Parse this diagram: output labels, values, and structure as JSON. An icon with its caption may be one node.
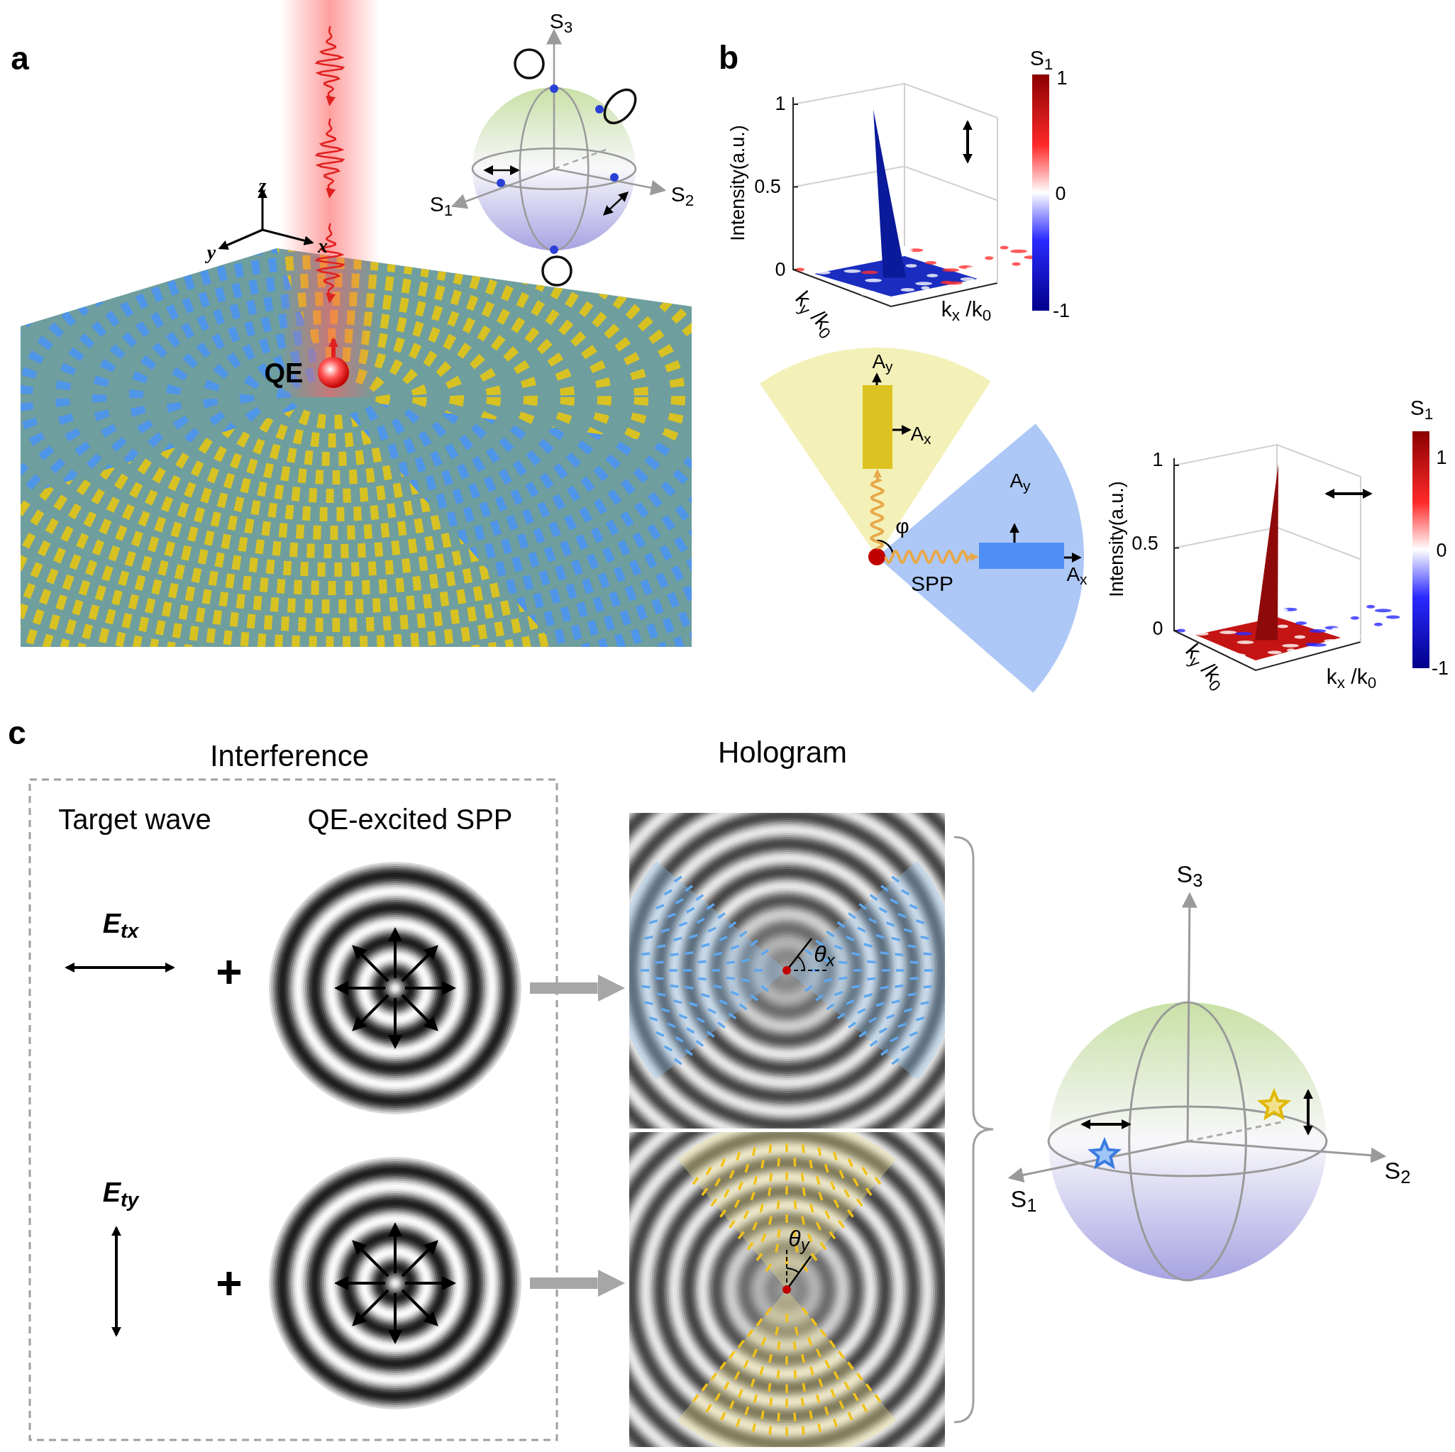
{
  "diagram": {
    "nodes": [
      {
        "text": [],
        "shape": "circle"
      },
      {
        "text": [],
        "shape": "bar"
      },
      {
        "text": [],
        "shape": "bar"
      },
      {
        "text": [],
        "shape": "picture"
      },
      {
        "text": [],
        "shape": "picture"
      },
      {
        "text": [],
        "shape": "picture"
      },
      {
        "text": [],
        "shape": "picture"
      }
    ],
    "edges": [
      {
        "from": 0,
        "to": 1,
        "arrow": "to",
        "color": "#e8a94a"
      },
      {
        "from": 0,
        "to": 2,
        "arrow": "to",
        "label": "SPP",
        "color": "#e8a94a"
      },
      {
        "from": 3,
        "to": 4,
        "arrow": "to",
        "style": "thick",
        "color": "#a6a6a6"
      },
      {
        "from": 5,
        "to": 6,
        "arrow": "to",
        "style": "thick",
        "color": "#a6a6a6"
      }
    ],
    "labels": [
      "a",
      "z",
      "y",
      "x",
      "QE",
      "S$_{3}$",
      "S$_{1}$",
      "S$_{2}$",
      "b",
      "Intensity(a.u.)",
      "1",
      "0.5",
      "0",
      "k$_{y}$ /k$_{0}$",
      "k$_{x}$ /k$_{0}$",
      "S$_{1}$",
      "1",
      "0",
      "-1",
      "A$_{y}$",
      "A$_{x}$",
      "φ",
      "A$_{y}$",
      "A$_{x}$",
      "Intensity(a.u.)",
      "1",
      "0.5",
      "0",
      "k$_{y}$ /k$_{0}$",
      "k$_{x}$ /k$_{0}$",
      "S$_{1}$",
      "1",
      "0",
      "-1",
      "c",
      "Interference",
      "Hologram",
      "Target wave",
      "QE-excited SPP",
      "E$_{tx}$",
      "+",
      "E$_{ty}$",
      "+",
      "θ$_{x}$",
      "θ$_{y}$",
      "S$_{3}$",
      "S$_{1}$",
      "S$_{2}$"
    ]
  }
}
